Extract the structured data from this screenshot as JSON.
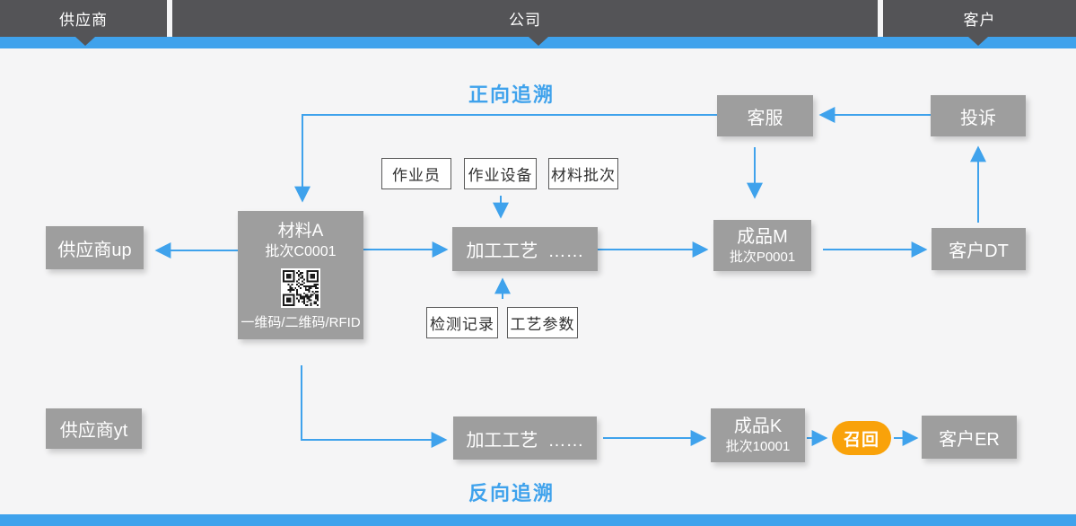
{
  "header": {
    "segments": [
      {
        "label": "供应商"
      },
      {
        "label": "公司"
      },
      {
        "label": "客户"
      }
    ]
  },
  "titles": {
    "forward": "正向追溯",
    "backward": "反向追溯"
  },
  "nodes": {
    "customer_service": {
      "label": "客服"
    },
    "complaint": {
      "label": "投诉"
    },
    "supplier_up": {
      "label": "供应商up"
    },
    "material_a": {
      "title": "材料A",
      "batch": "批次C0001",
      "code_caption": "一维码/二维码/RFID"
    },
    "process_top": {
      "label": "加工工艺  ……"
    },
    "product_m": {
      "title": "成品M",
      "batch": "批次P0001"
    },
    "customer_dt": {
      "label": "客户DT"
    },
    "supplier_yt": {
      "label": "供应商yt"
    },
    "process_bottom": {
      "label": "加工工艺  ……"
    },
    "product_k": {
      "title": "成品K",
      "batch": "批次10001"
    },
    "recall": {
      "label": "召回"
    },
    "customer_er": {
      "label": "客户ER"
    }
  },
  "tags": {
    "operator": "作业员",
    "equipment": "作业设备",
    "material_batch": "材料批次",
    "inspection_record": "检测记录",
    "process_params": "工艺参数"
  },
  "colors": {
    "accent_blue": "#3FA2EC",
    "header_dark": "#545457",
    "node_gray": "#9E9E9E",
    "recall_orange": "#F9A20A",
    "tag_border": "#5A5A5A",
    "background": "#F5F5F6"
  }
}
